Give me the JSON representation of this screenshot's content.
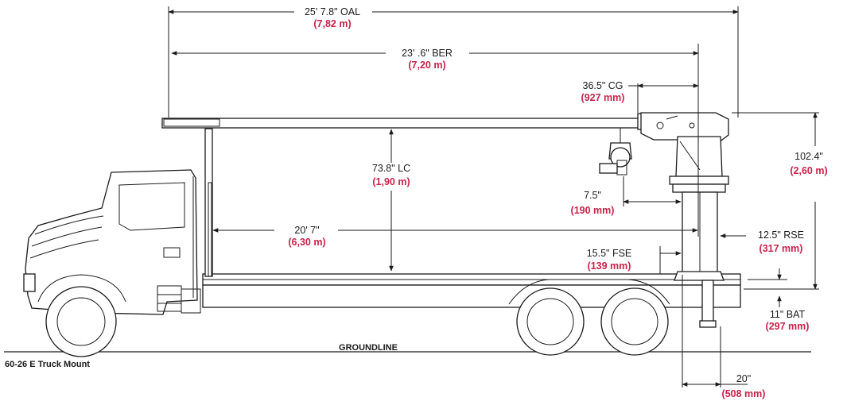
{
  "title": "60-26 E Truck Mount",
  "groundline": "GROUNDLINE",
  "dimensions": {
    "oal": {
      "label": "25' 7.8\" OAL",
      "metric": "(7,82 m)"
    },
    "ber": {
      "label": "23' .6\" BER",
      "metric": "(7,20 m)"
    },
    "cg": {
      "label": "36.5\" CG",
      "metric": "(927 mm)"
    },
    "height": {
      "label": "102.4\"",
      "metric": "(2,60 m)"
    },
    "lc": {
      "label": "73.8\" LC",
      "metric": "(1,90 m)"
    },
    "hook": {
      "label": "7.5\"",
      "metric": "(190 mm)"
    },
    "base": {
      "label": "20' 7\"",
      "metric": "(6,30 m)"
    },
    "rse": {
      "label": "12.5\" RSE",
      "metric": "(317 mm)"
    },
    "fse": {
      "label": "15.5\" FSE",
      "metric": "(139 mm)"
    },
    "bat": {
      "label": "11\" BAT",
      "metric": "(297 mm)"
    },
    "outrigger": {
      "label": "20\"",
      "metric": "(508 mm)"
    }
  }
}
